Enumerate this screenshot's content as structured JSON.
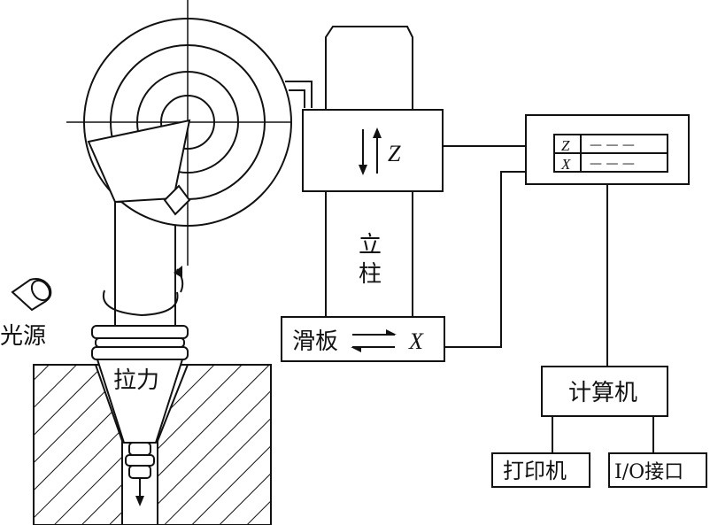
{
  "labels": {
    "light_source": "光源",
    "pull_force": "拉力",
    "column": "立柱",
    "column_z": "Z",
    "slide": "滑板",
    "slide_x": "X",
    "computer": "计算机",
    "printer": "打印机",
    "io_port": "I/O接口",
    "display_z": "Z",
    "display_x": "X",
    "display_dash": "— — —"
  }
}
